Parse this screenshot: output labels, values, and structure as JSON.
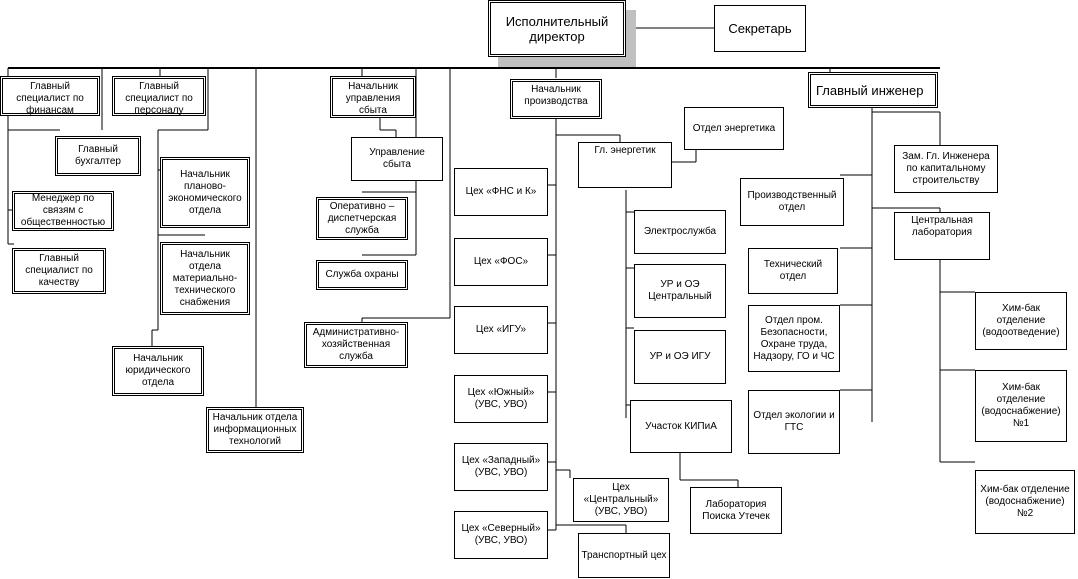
{
  "nodes": {
    "exec_director": "Исполнительный директор",
    "secretary": "Секретарь",
    "fin_specialist": "Главный специалист по финансам",
    "hr_specialist": "Главный специалист по персоналу",
    "chief_accountant": "Главный бухгалтер",
    "pr_manager": "Менеджер по связям с общественностью",
    "quality_specialist": "Главный специалист по качеству",
    "planning_head": "Начальник планово-экономического отдела",
    "supply_head": "Начальник отдела материально-технического снабжения",
    "legal_head": "Начальник юридического отдела",
    "it_head": "Начальник отдела информационных технологий",
    "sales_head": "Начальник управления сбыта",
    "sales_dept": "Управление сбыта",
    "dispatch": "Оперативно – диспетчерская служба",
    "security": "Служба охраны",
    "admin_service": "Административно-хозяйственная служба",
    "prod_head": "Начальник производства",
    "shop_fns": "Цех «ФНС и К»",
    "shop_fos": "Цех «ФОС»",
    "shop_igu": "Цех «ИГУ»",
    "shop_south": "Цех «Южный» (УВС, УВО)",
    "shop_west": "Цех «Западный» (УВС, УВО)",
    "shop_north": "Цех «Северный» (УВС, УВО)",
    "shop_central": "Цех «Центральный» (УВС, УВО)",
    "transport": "Транспортный цех",
    "energy_dept": "Отдел энергетика",
    "chief_energy": "Гл. энергетик",
    "electro": "Электрослужба",
    "ur_central": "УР и ОЭ Центральный",
    "ur_igu": "УР и ОЭ ИГУ",
    "kipia": "Участок КИПиА",
    "leak_lab": "Лаборатория Поиска Утечек",
    "chief_engineer": "Главный  инженер",
    "deputy_engineer": "Зам. Гл. Инженера по капитальному строительству",
    "production_dept": "Производственный отдел",
    "central_lab": "Центральная лаборатория",
    "tech_dept": "Технический отдел",
    "safety_dept": "Отдел пром. Безопасности, Охране труда, Надзору, ГО и ЧС",
    "ecology_dept": "Отдел экологии и ГТС",
    "chem_drain": "Хим-бак отделение (водоотведение)",
    "chem_supply1": "Хим-бак отделение (водоснабжение) №1",
    "chem_supply2": "Хим-бак отделение (водоснабжение) №2"
  },
  "colors": {
    "line": "#000000",
    "shadow": "#c0c0c0",
    "background": "#ffffff"
  }
}
